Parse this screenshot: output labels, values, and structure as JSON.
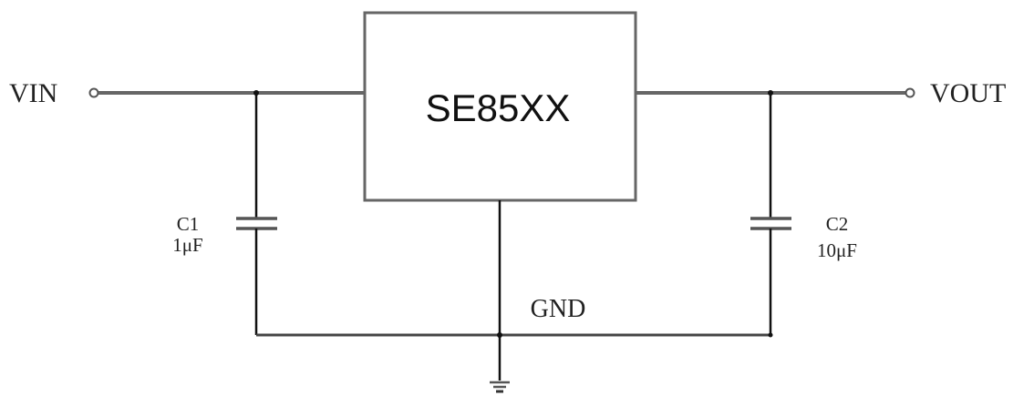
{
  "chip": {
    "label": "SE85XX"
  },
  "input": {
    "label": "VIN"
  },
  "output": {
    "label": "VOUT"
  },
  "c1": {
    "name": "C1",
    "value": "1μF"
  },
  "c2": {
    "name": "C2",
    "value": "10μF"
  },
  "ground": {
    "label": "GND"
  }
}
